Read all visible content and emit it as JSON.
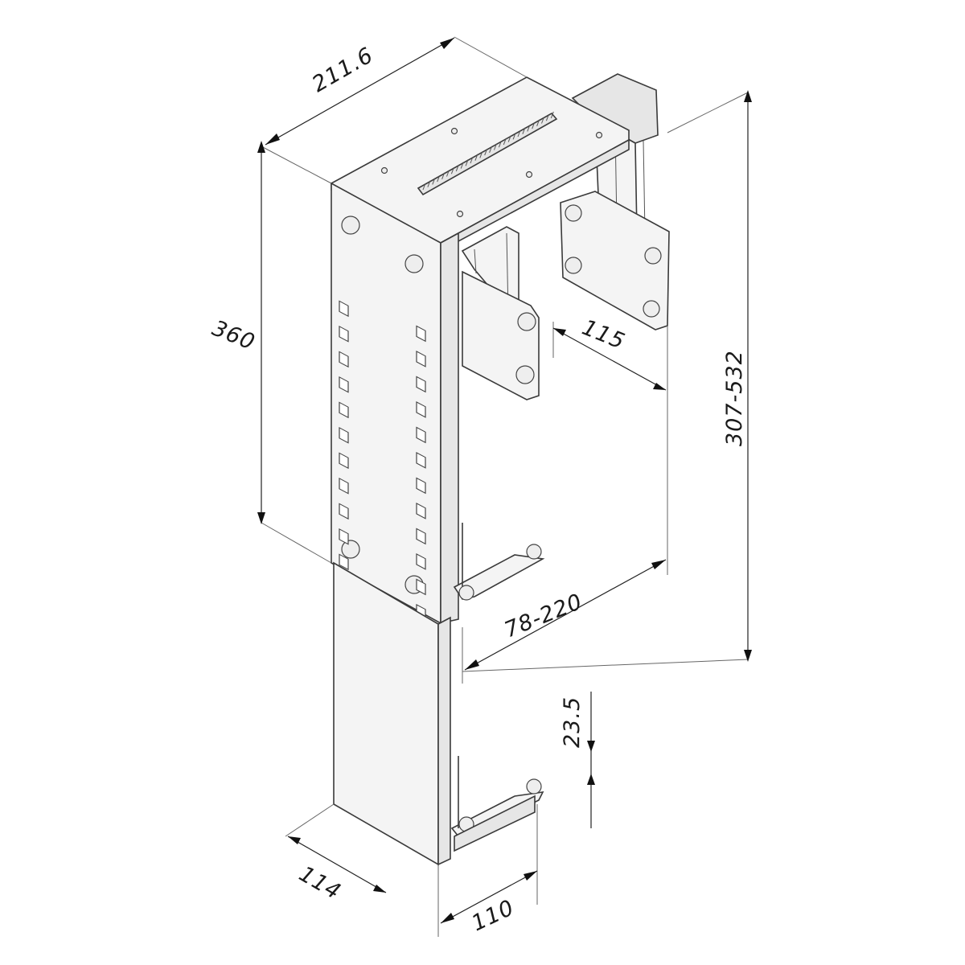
{
  "dimensions": {
    "depth_top": "211.6",
    "height": "360",
    "clamp_height": "307-532",
    "plate_offset": "115",
    "width_range": "78-220",
    "foot_height": "23.5",
    "base_depth": "114",
    "base_width": "110"
  }
}
